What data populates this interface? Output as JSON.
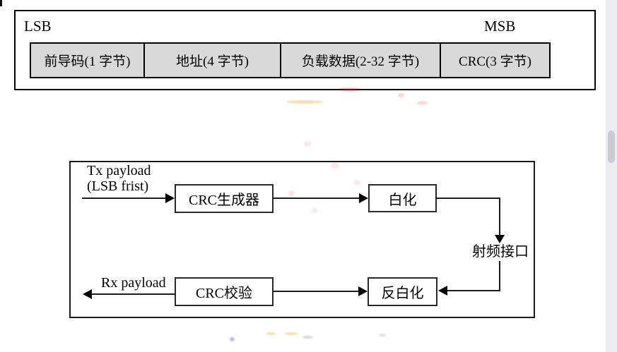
{
  "packet_frame": {
    "lsb_label": "LSB",
    "msb_label": "MSB",
    "fields": [
      {
        "label": "前导码(1 字节)"
      },
      {
        "label": "地址(4 字节)"
      },
      {
        "label": "负载数据(2-32 字节)"
      },
      {
        "label": "CRC(3 字节)"
      }
    ]
  },
  "flow_diagram": {
    "tx_input_line1": "Tx payload",
    "tx_input_line2": "(LSB frist)",
    "rx_output_label": "Rx payload",
    "rf_interface_label": "射频接口",
    "blocks": [
      {
        "id": "crc-generator",
        "label": "CRC生成器"
      },
      {
        "id": "whitening",
        "label": "白化"
      },
      {
        "id": "crc-check",
        "label": "CRC校验"
      },
      {
        "id": "de-whitening",
        "label": "反白化"
      }
    ]
  },
  "colors": {
    "cell_fill": "#d9d9d9",
    "line": "#000000",
    "scrollbar_track": "#ecedf0",
    "scrollbar_thumb": "#c9ccd4"
  }
}
